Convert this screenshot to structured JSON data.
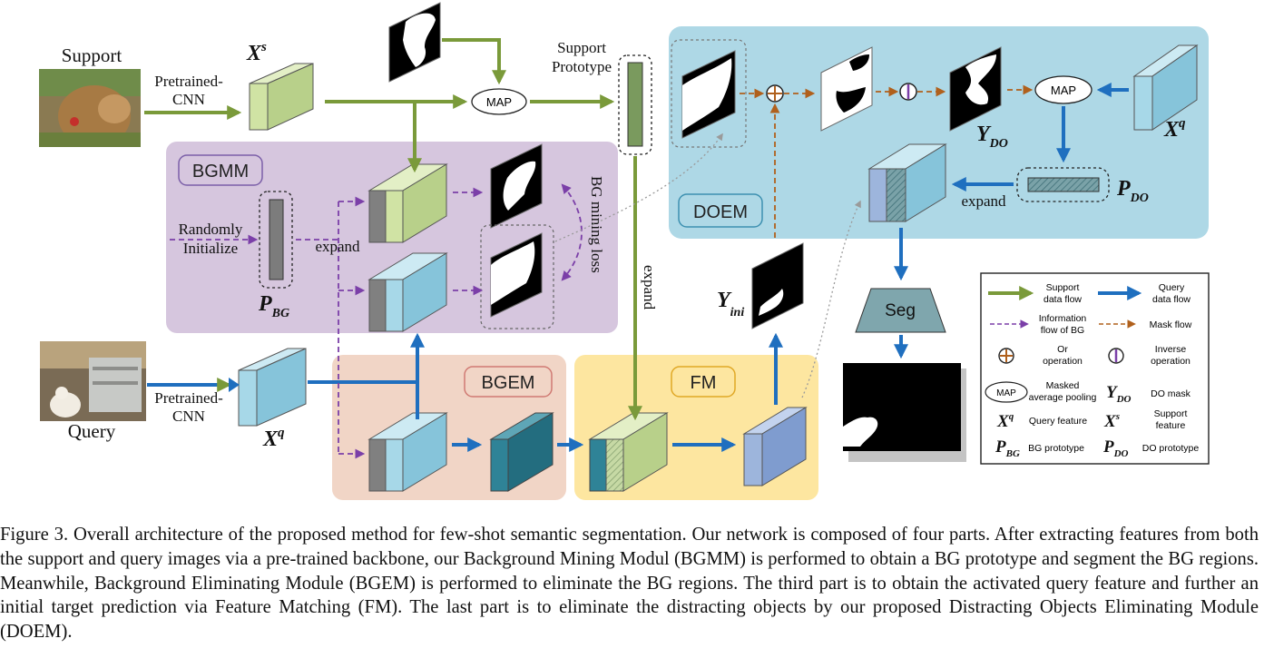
{
  "inputs": {
    "support_label": "Support",
    "query_label": "Query",
    "pretrained_support": [
      "Pretrained-",
      "CNN"
    ],
    "pretrained_query": [
      "Pretrained-",
      "CNN"
    ]
  },
  "features": {
    "xs_main": "X",
    "xs_sup": "s",
    "xq_main": "X",
    "xq_sup": "q",
    "xq2_main": "X",
    "xq2_sup": "q"
  },
  "modules": {
    "bgmm": "BGMM",
    "bgem": "BGEM",
    "fm": "FM",
    "doem": "DOEM",
    "seg": "Seg"
  },
  "texts": {
    "map_1": "MAP",
    "map_2": "MAP",
    "support_prototype": [
      "Support",
      "Prototype"
    ],
    "randomly_initialize": [
      "Randomly",
      "Initialize"
    ],
    "expand_bgmm": "expand",
    "expand_vertical": "expand",
    "expand_doem": "expand",
    "bg_mining_loss": "BG mining loss",
    "p_bg_main": "P",
    "p_bg_sub": "BG",
    "p_do_main": "P",
    "p_do_sub": "DO",
    "y_do_main": "Y",
    "y_do_sub": "DO",
    "y_ini_main": "Y",
    "y_ini_sub": "ini"
  },
  "legend": {
    "support_flow": [
      "Support",
      "data flow"
    ],
    "query_flow": [
      "Query",
      "data flow"
    ],
    "info_flow": [
      "Information",
      "flow of BG"
    ],
    "mask_flow": "Mask flow",
    "or_op": [
      "Or",
      "operation"
    ],
    "inverse_op": [
      "Inverse",
      "operation"
    ],
    "map_symbol": "MAP",
    "map_desc": [
      "Masked",
      "average pooling"
    ],
    "ydo_main": "Y",
    "ydo_sub": "DO",
    "ydo_desc": "DO mask",
    "xq_main": "X",
    "xq_sup": "q",
    "xq_desc": "Query feature",
    "xs_main": "X",
    "xs_sup": "s",
    "xs_desc": [
      "Support",
      "feature"
    ],
    "pbg_main": "P",
    "pbg_sub": "BG",
    "pbg_desc": "BG prototype",
    "pdo_main": "P",
    "pdo_sub": "DO",
    "pdo_desc": "DO prototype"
  },
  "colors": {
    "support_flow": "#7a9a3a",
    "query_flow": "#1f6fbf",
    "info_flow": "#7b3fa8",
    "mask_flow": "#b0601c",
    "bgmm_bg": "#d6c6de",
    "bgem_bg": "#f1d5c6",
    "fm_bg": "#fde6a0",
    "doem_bg": "#aed8e6",
    "support_feature": "#d0e3a4",
    "query_feature": "#a7d8e8",
    "gray_feature": "#808080",
    "teal_feature": "#2f8397",
    "fm_out_feature": "#9db5dc",
    "seg_block": "#7fa6ad"
  },
  "caption": "Figure 3.  Overall architecture of the proposed method for few-shot semantic segmentation.  Our network is composed of four parts. After extracting features from both the support and query images via a pre-trained backbone, our Background Mining Modul (BGMM) is performed to obtain a BG prototype and segment the BG regions. Meanwhile, Background Eliminating Module (BGEM) is performed to eliminate the BG regions. The third part is to obtain the activated query feature and further an initial target prediction via Feature Matching (FM). The last part is to eliminate the distracting objects by our proposed Distracting Objects Eliminating Module (DOEM)."
}
